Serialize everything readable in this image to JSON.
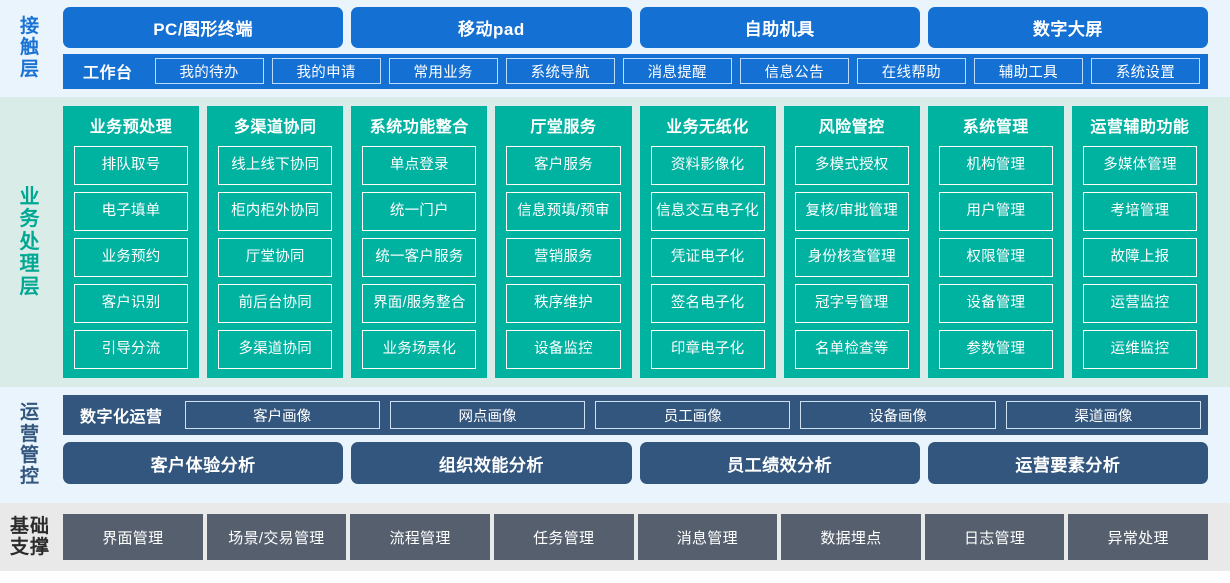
{
  "layers": {
    "touch": {
      "label": "接触层",
      "channels": [
        {
          "label": "PC/图形终端"
        },
        {
          "label": "移动pad"
        },
        {
          "label": "自助机具"
        },
        {
          "label": "数字大屏"
        }
      ],
      "workbench_label": "工作台",
      "nav_items": [
        {
          "label": "我的待办"
        },
        {
          "label": "我的申请"
        },
        {
          "label": "常用业务"
        },
        {
          "label": "系统导航"
        },
        {
          "label": "消息提醒"
        },
        {
          "label": "信息公告"
        },
        {
          "label": "在线帮助"
        },
        {
          "label": "辅助工具"
        },
        {
          "label": "系统设置"
        }
      ]
    },
    "business": {
      "label": "业务处理层",
      "columns": [
        {
          "title": "业务预处理",
          "items": [
            {
              "label": "排队取号"
            },
            {
              "label": "电子填单"
            },
            {
              "label": "业务预约"
            },
            {
              "label": "客户识别"
            },
            {
              "label": "引导分流"
            }
          ]
        },
        {
          "title": "多渠道协同",
          "items": [
            {
              "label": "线上线下协同"
            },
            {
              "label": "柜内柜外协同"
            },
            {
              "label": "厅堂协同"
            },
            {
              "label": "前后台协同"
            },
            {
              "label": "多渠道协同"
            }
          ]
        },
        {
          "title": "系统功能整合",
          "items": [
            {
              "label": "单点登录"
            },
            {
              "label": "统一门户"
            },
            {
              "label": "统一客户服务"
            },
            {
              "label": "界面/服务整合"
            },
            {
              "label": "业务场景化"
            }
          ]
        },
        {
          "title": "厅堂服务",
          "items": [
            {
              "label": "客户服务"
            },
            {
              "label": "信息预填/预审",
              "wrap": true
            },
            {
              "label": "营销服务"
            },
            {
              "label": "秩序维护"
            },
            {
              "label": "设备监控"
            }
          ]
        },
        {
          "title": "业务无纸化",
          "items": [
            {
              "label": "资料影像化"
            },
            {
              "label": "信息交互电子化"
            },
            {
              "label": "凭证电子化"
            },
            {
              "label": "签名电子化"
            },
            {
              "label": "印章电子化"
            }
          ]
        },
        {
          "title": "风险管控",
          "items": [
            {
              "label": "多模式授权"
            },
            {
              "label": "复核/审批管理"
            },
            {
              "label": "身份核查管理"
            },
            {
              "label": "冠字号管理"
            },
            {
              "label": "名单检查等"
            }
          ]
        },
        {
          "title": "系统管理",
          "items": [
            {
              "label": "机构管理"
            },
            {
              "label": "用户管理"
            },
            {
              "label": "权限管理"
            },
            {
              "label": "设备管理"
            },
            {
              "label": "参数管理"
            }
          ]
        },
        {
          "title": "运营辅助功能",
          "items": [
            {
              "label": "多媒体管理"
            },
            {
              "label": "考培管理"
            },
            {
              "label": "故障上报"
            },
            {
              "label": "运营监控"
            },
            {
              "label": "运维监控"
            }
          ]
        }
      ]
    },
    "ops": {
      "label": "运营管控",
      "digital_ops_label": "数字化运营",
      "portraits": [
        {
          "label": "客户画像"
        },
        {
          "label": "网点画像"
        },
        {
          "label": "员工画像"
        },
        {
          "label": "设备画像"
        },
        {
          "label": "渠道画像"
        }
      ],
      "analyses": [
        {
          "label": "客户体验分析"
        },
        {
          "label": "组织效能分析"
        },
        {
          "label": "员工绩效分析"
        },
        {
          "label": "运营要素分析"
        }
      ]
    },
    "base": {
      "label": "基础支撑",
      "items": [
        {
          "label": "界面管理"
        },
        {
          "label": "场景/交易管理"
        },
        {
          "label": "流程管理"
        },
        {
          "label": "任务管理"
        },
        {
          "label": "消息管理"
        },
        {
          "label": "数据埋点"
        },
        {
          "label": "日志管理"
        },
        {
          "label": "异常处理"
        }
      ]
    }
  },
  "colors": {
    "touch_blue": "#1570d4",
    "touch_bg": "#eaf4fd",
    "business_teal": "#00b2a0",
    "business_bg": "#d9ece7",
    "ops_navy": "#33567e",
    "ops_bg": "#eaf4fd",
    "base_gray": "#555f6e",
    "base_bg": "#e9e9e9"
  }
}
